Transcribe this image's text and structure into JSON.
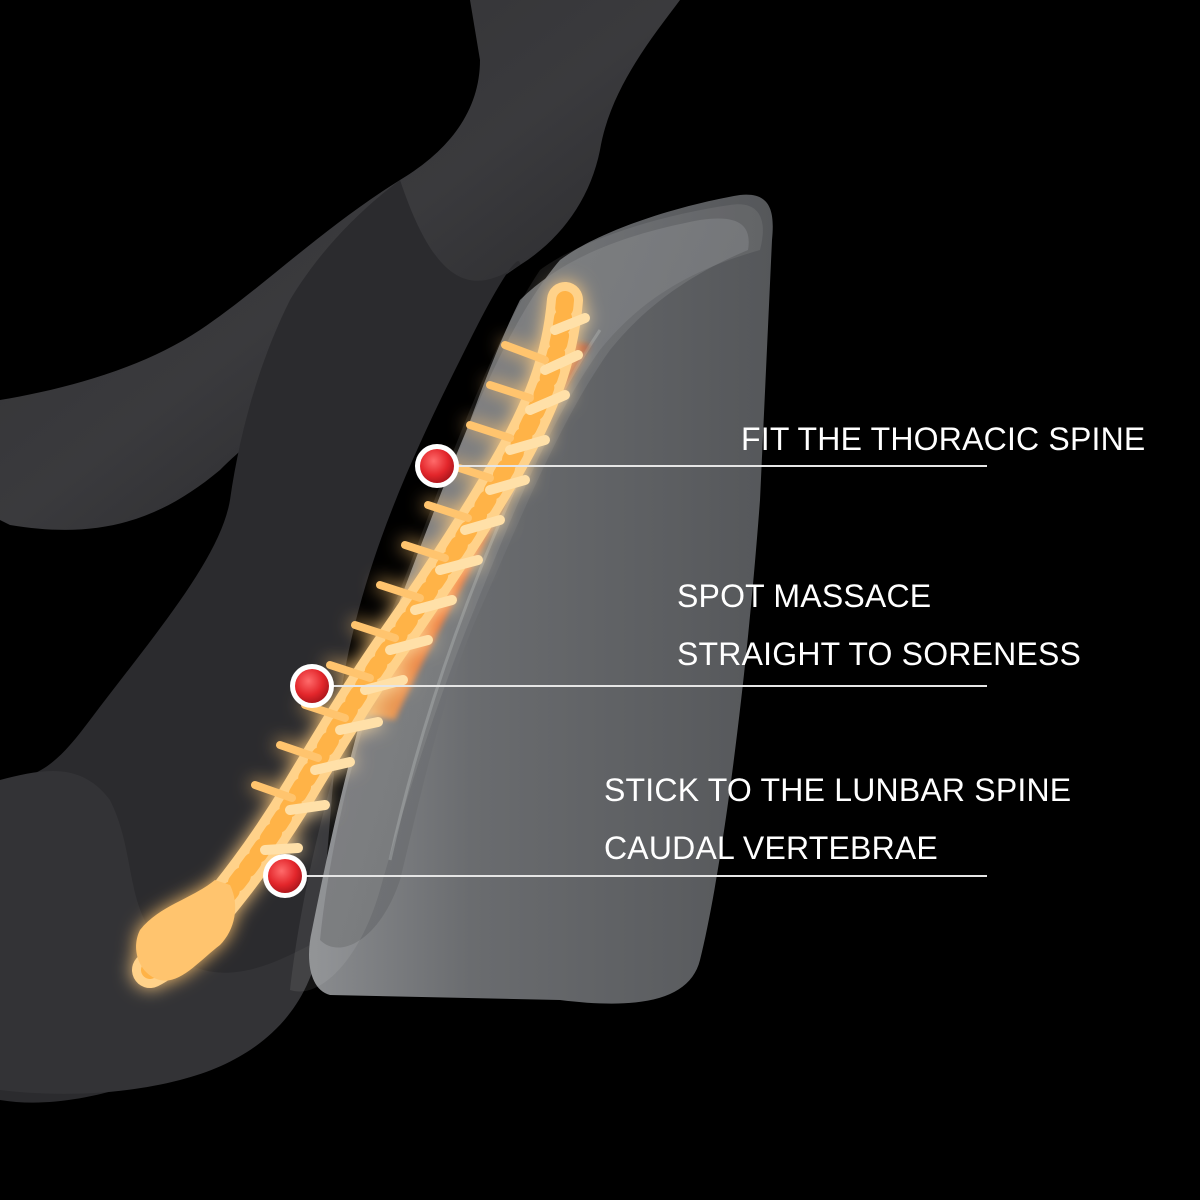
{
  "callouts": [
    {
      "lines": [
        "FIT THE THORACIC SPINE"
      ]
    },
    {
      "lines": [
        "SPOT MASSACE",
        "STRAIGHT TO SORENESS"
      ]
    },
    {
      "lines": [
        "STICK TO THE LUNBAR SPINE",
        "CAUDAL VERTEBRAE"
      ]
    }
  ],
  "colors": {
    "background": "#000000",
    "body_silhouette": "#2a2a2c",
    "cushion": "#6b6d70",
    "cushion_edge": "#8c8e91",
    "spine_glow": "#ffb347",
    "heat_band": "#ff5a1a",
    "marker_dot": "#e3262b",
    "line": "#e6e6e6",
    "text": "#ffffff"
  }
}
